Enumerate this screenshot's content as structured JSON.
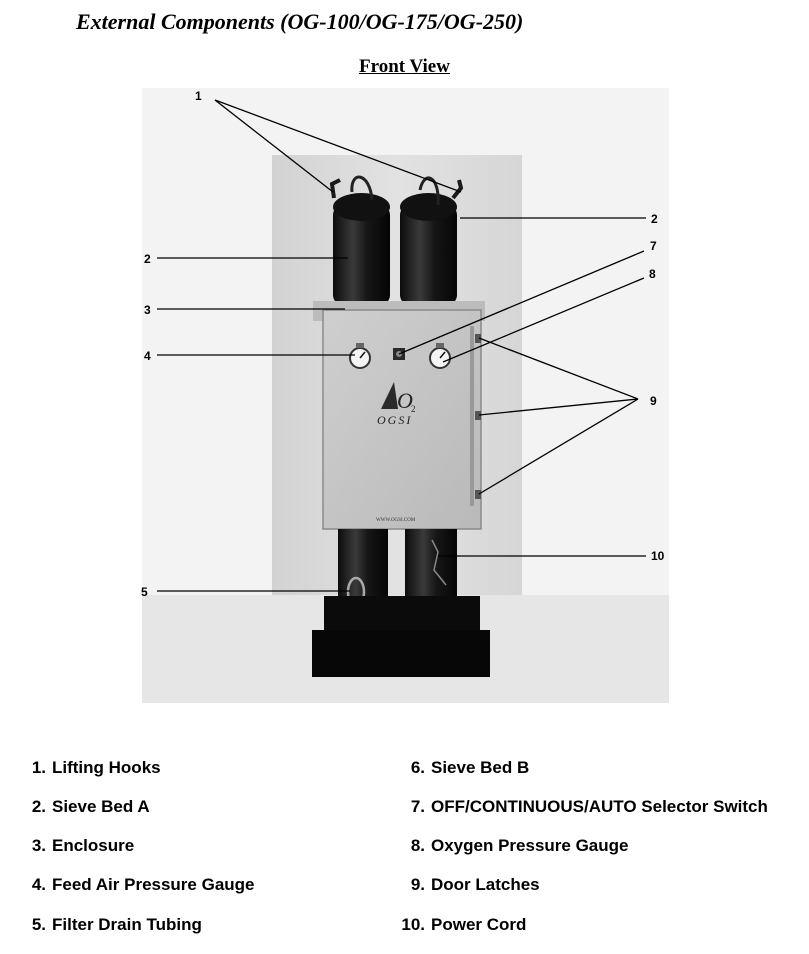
{
  "header": {
    "title_prefix": "External Components (",
    "title_models": "OG-100/OG-175/OG-250",
    "title_suffix": ")",
    "view_title": "Front View"
  },
  "figure": {
    "logo_text": "OGSI",
    "logo_mark": "O",
    "logo_subscript": "2",
    "website": "WWW.OGSI.COM",
    "callouts": [
      "1",
      "2",
      "2",
      "3",
      "4",
      "5",
      "7",
      "8",
      "9",
      "10"
    ]
  },
  "legend": {
    "items": [
      {
        "num": "1.",
        "label": "Lifting Hooks"
      },
      {
        "num": "2.",
        "label": "Sieve Bed A"
      },
      {
        "num": "3.",
        "label": "Enclosure"
      },
      {
        "num": "4.",
        "label": "Feed Air Pressure Gauge"
      },
      {
        "num": "5.",
        "label": "Filter Drain Tubing"
      },
      {
        "num": "6.",
        "label": "Sieve Bed B"
      },
      {
        "num": "7.",
        "label": "OFF/CONTINUOUS/AUTO Selector Switch"
      },
      {
        "num": "8.",
        "label": "Oxygen Pressure Gauge"
      },
      {
        "num": "9.",
        "label": "Door Latches"
      },
      {
        "num": "10.",
        "label": "Power Cord"
      }
    ]
  }
}
